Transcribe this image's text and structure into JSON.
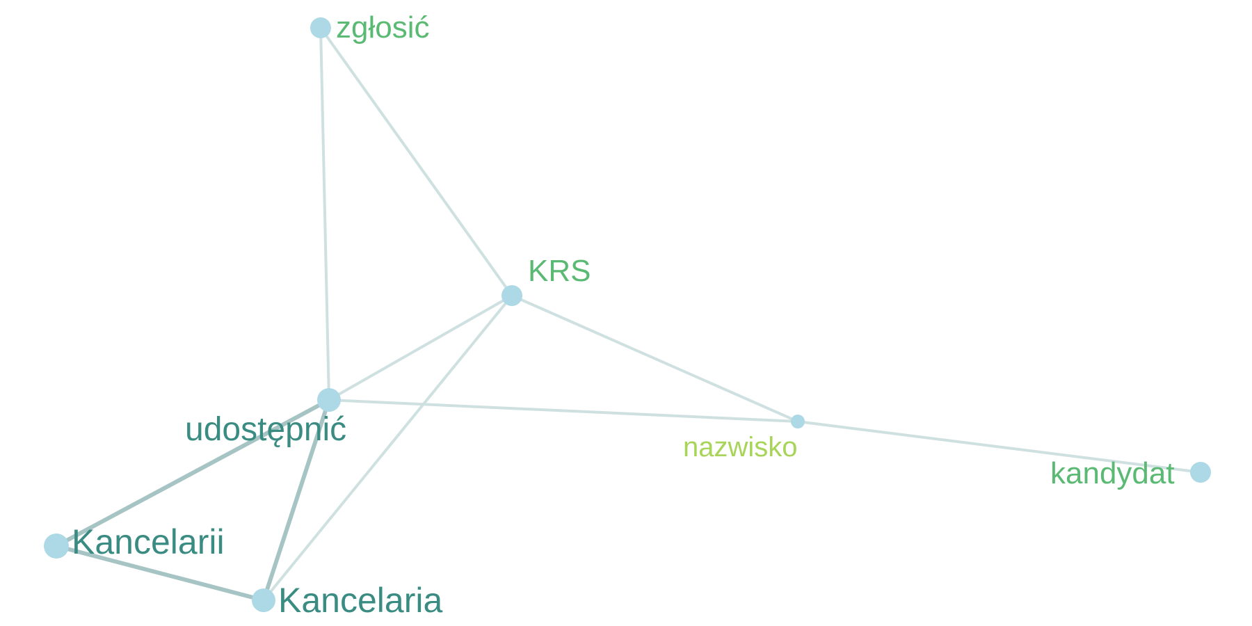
{
  "colors": {
    "background": "#ffffff",
    "node_fill": "#add8e6",
    "edge_strong": "#a7c4c4",
    "edge_weak": "#cfe0e0",
    "label_dark_teal": "#3a8c82",
    "label_green": "#5aba74",
    "label_light_green": "#a8d45a"
  },
  "nodes": [
    {
      "id": "zglosic",
      "label": "zgłosić",
      "label_color": "#5aba74"
    },
    {
      "id": "krs",
      "label": "KRS",
      "label_color": "#5aba74"
    },
    {
      "id": "udostepnic",
      "label": "udostępnić",
      "label_color": "#3a8c82"
    },
    {
      "id": "nazwisko",
      "label": "nazwisko",
      "label_color": "#a8d45a"
    },
    {
      "id": "kandydat",
      "label": "kandydat",
      "label_color": "#5aba74"
    },
    {
      "id": "kancelarii",
      "label": "Kancelarii",
      "label_color": "#3a8c82"
    },
    {
      "id": "kancelaria",
      "label": "Kancelaria",
      "label_color": "#3a8c82"
    }
  ],
  "edges": [
    {
      "source": "zglosic",
      "target": "udostepnic",
      "strength": "weak"
    },
    {
      "source": "zglosic",
      "target": "krs",
      "strength": "weak"
    },
    {
      "source": "krs",
      "target": "udostepnic",
      "strength": "weak"
    },
    {
      "source": "krs",
      "target": "kancelaria",
      "strength": "weak"
    },
    {
      "source": "krs",
      "target": "nazwisko",
      "strength": "weak"
    },
    {
      "source": "udostepnic",
      "target": "nazwisko",
      "strength": "weak"
    },
    {
      "source": "nazwisko",
      "target": "kandydat",
      "strength": "weak"
    },
    {
      "source": "udostepnic",
      "target": "kancelarii",
      "strength": "strong"
    },
    {
      "source": "udostepnic",
      "target": "kancelaria",
      "strength": "strong"
    },
    {
      "source": "kancelarii",
      "target": "kancelaria",
      "strength": "strong"
    }
  ]
}
